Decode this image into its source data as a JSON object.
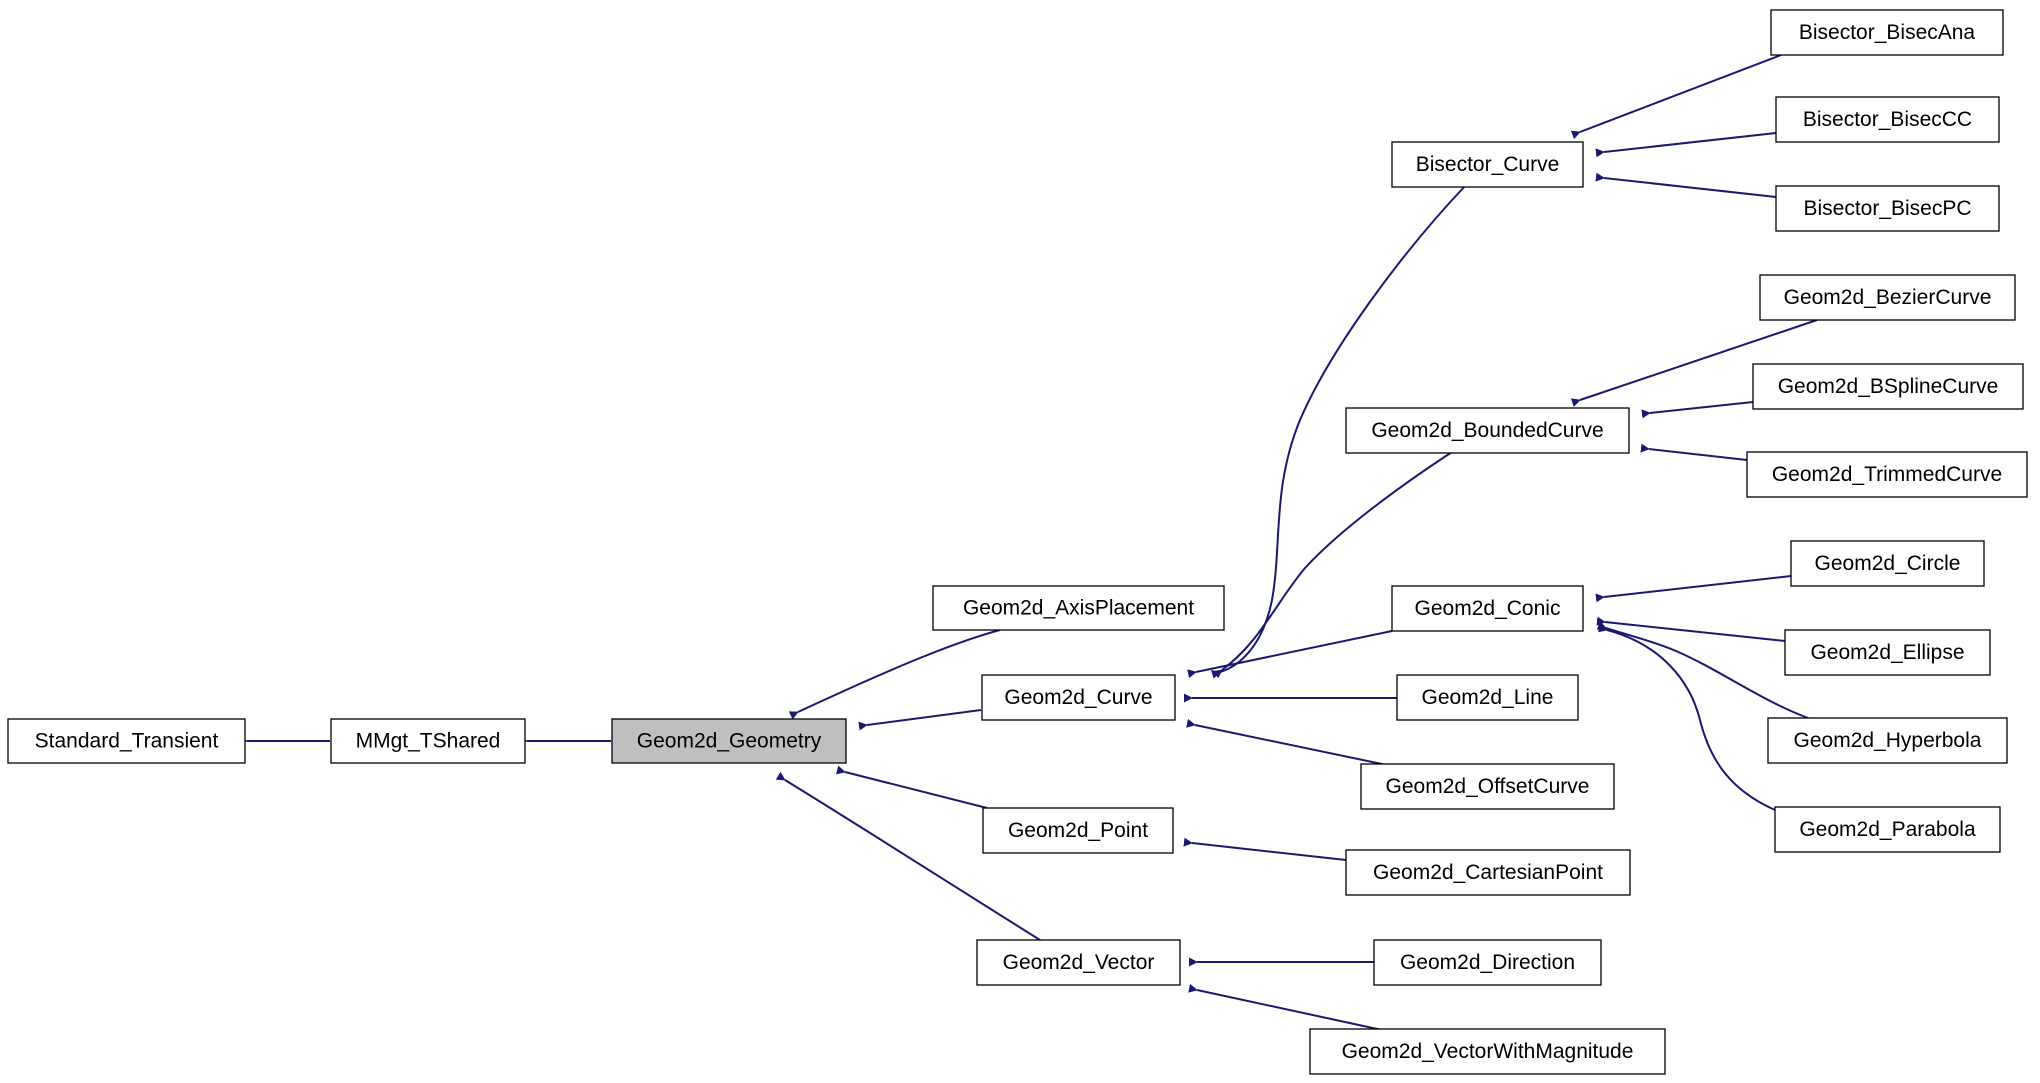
{
  "diagram": {
    "nodes": [
      {
        "id": "n_standard_transient",
        "label": "Standard_Transient"
      },
      {
        "id": "n_mmgt_tshared",
        "label": "MMgt_TShared"
      },
      {
        "id": "n_geom2d_geometry",
        "label": "Geom2d_Geometry",
        "highlight": true
      },
      {
        "id": "n_geom2d_axisplacement",
        "label": "Geom2d_AxisPlacement"
      },
      {
        "id": "n_geom2d_curve",
        "label": "Geom2d_Curve"
      },
      {
        "id": "n_geom2d_point",
        "label": "Geom2d_Point"
      },
      {
        "id": "n_geom2d_vector",
        "label": "Geom2d_Vector"
      },
      {
        "id": "n_bisector_curve",
        "label": "Bisector_Curve"
      },
      {
        "id": "n_geom2d_boundedcurve",
        "label": "Geom2d_BoundedCurve"
      },
      {
        "id": "n_geom2d_conic",
        "label": "Geom2d_Conic"
      },
      {
        "id": "n_geom2d_line",
        "label": "Geom2d_Line"
      },
      {
        "id": "n_geom2d_offsetcurve",
        "label": "Geom2d_OffsetCurve"
      },
      {
        "id": "n_geom2d_cartesianpoint",
        "label": "Geom2d_CartesianPoint"
      },
      {
        "id": "n_geom2d_direction",
        "label": "Geom2d_Direction"
      },
      {
        "id": "n_geom2d_vectorwithmagnitude",
        "label": "Geom2d_VectorWithMagnitude"
      },
      {
        "id": "n_bisector_bisecana",
        "label": "Bisector_BisecAna"
      },
      {
        "id": "n_bisector_biseccc",
        "label": "Bisector_BisecCC"
      },
      {
        "id": "n_bisector_bisecpc",
        "label": "Bisector_BisecPC"
      },
      {
        "id": "n_geom2d_beziercurve",
        "label": "Geom2d_BezierCurve"
      },
      {
        "id": "n_geom2d_bsplinecurve",
        "label": "Geom2d_BSplineCurve"
      },
      {
        "id": "n_geom2d_trimmedcurve",
        "label": "Geom2d_TrimmedCurve"
      },
      {
        "id": "n_geom2d_circle",
        "label": "Geom2d_Circle"
      },
      {
        "id": "n_geom2d_ellipse",
        "label": "Geom2d_Ellipse"
      },
      {
        "id": "n_geom2d_hyperbola",
        "label": "Geom2d_Hyperbola"
      },
      {
        "id": "n_geom2d_parabola",
        "label": "Geom2d_Parabola"
      }
    ],
    "edges": [
      {
        "from": "n_mmgt_tshared",
        "to": "n_standard_transient"
      },
      {
        "from": "n_geom2d_geometry",
        "to": "n_mmgt_tshared"
      },
      {
        "from": "n_geom2d_axisplacement",
        "to": "n_geom2d_geometry"
      },
      {
        "from": "n_geom2d_curve",
        "to": "n_geom2d_geometry"
      },
      {
        "from": "n_geom2d_point",
        "to": "n_geom2d_geometry"
      },
      {
        "from": "n_geom2d_vector",
        "to": "n_geom2d_geometry"
      },
      {
        "from": "n_bisector_curve",
        "to": "n_geom2d_curve"
      },
      {
        "from": "n_geom2d_boundedcurve",
        "to": "n_geom2d_curve"
      },
      {
        "from": "n_geom2d_conic",
        "to": "n_geom2d_curve"
      },
      {
        "from": "n_geom2d_line",
        "to": "n_geom2d_curve"
      },
      {
        "from": "n_geom2d_offsetcurve",
        "to": "n_geom2d_curve"
      },
      {
        "from": "n_geom2d_cartesianpoint",
        "to": "n_geom2d_point"
      },
      {
        "from": "n_geom2d_direction",
        "to": "n_geom2d_vector"
      },
      {
        "from": "n_geom2d_vectorwithmagnitude",
        "to": "n_geom2d_vector"
      },
      {
        "from": "n_bisector_bisecana",
        "to": "n_bisector_curve"
      },
      {
        "from": "n_bisector_biseccc",
        "to": "n_bisector_curve"
      },
      {
        "from": "n_bisector_bisecpc",
        "to": "n_bisector_curve"
      },
      {
        "from": "n_geom2d_beziercurve",
        "to": "n_geom2d_boundedcurve"
      },
      {
        "from": "n_geom2d_bsplinecurve",
        "to": "n_geom2d_boundedcurve"
      },
      {
        "from": "n_geom2d_trimmedcurve",
        "to": "n_geom2d_boundedcurve"
      },
      {
        "from": "n_geom2d_circle",
        "to": "n_geom2d_conic"
      },
      {
        "from": "n_geom2d_ellipse",
        "to": "n_geom2d_conic"
      },
      {
        "from": "n_geom2d_hyperbola",
        "to": "n_geom2d_conic"
      },
      {
        "from": "n_geom2d_parabola",
        "to": "n_geom2d_conic"
      }
    ],
    "colors": {
      "edge": "#191970",
      "highlight_fill": "#bfbfbf",
      "node_fill": "#ffffff",
      "node_border": "#000000"
    }
  }
}
